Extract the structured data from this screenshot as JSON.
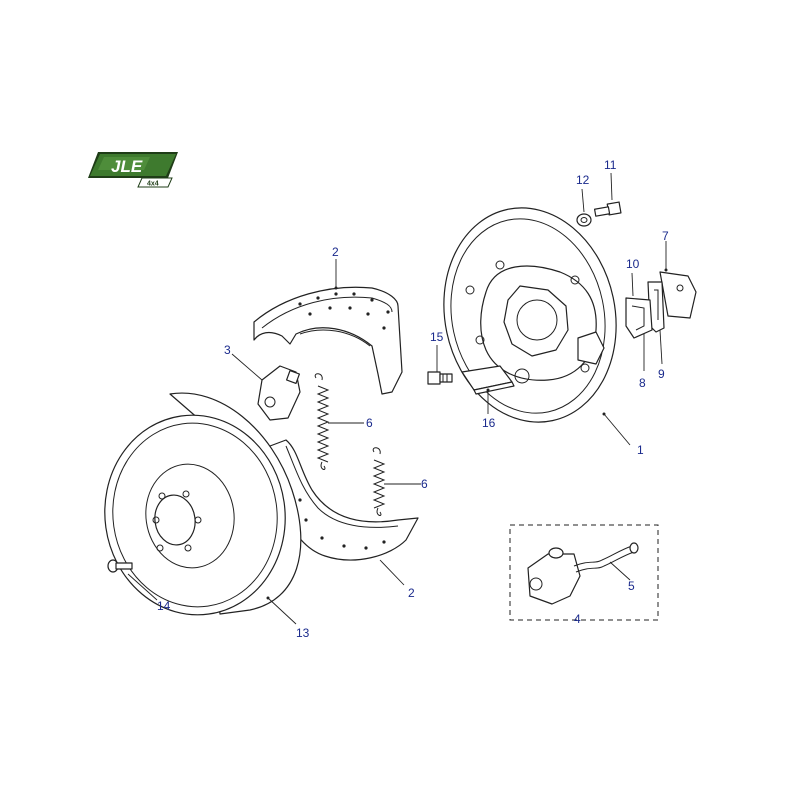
{
  "logo": {
    "brand": "JLE",
    "sub": "4x4",
    "green": "#3e7a2e",
    "dark": "#1f3d17"
  },
  "label_color": "#1a2a8c",
  "callouts": {
    "c1": "1",
    "c2a": "2",
    "c2b": "2",
    "c3": "3",
    "c4": "4",
    "c5": "5",
    "c6a": "6",
    "c6b": "6",
    "c7": "7",
    "c8": "8",
    "c9": "9",
    "c10": "10",
    "c11": "11",
    "c12": "12",
    "c13": "13",
    "c14": "14",
    "c15": "15",
    "c16": "16"
  }
}
